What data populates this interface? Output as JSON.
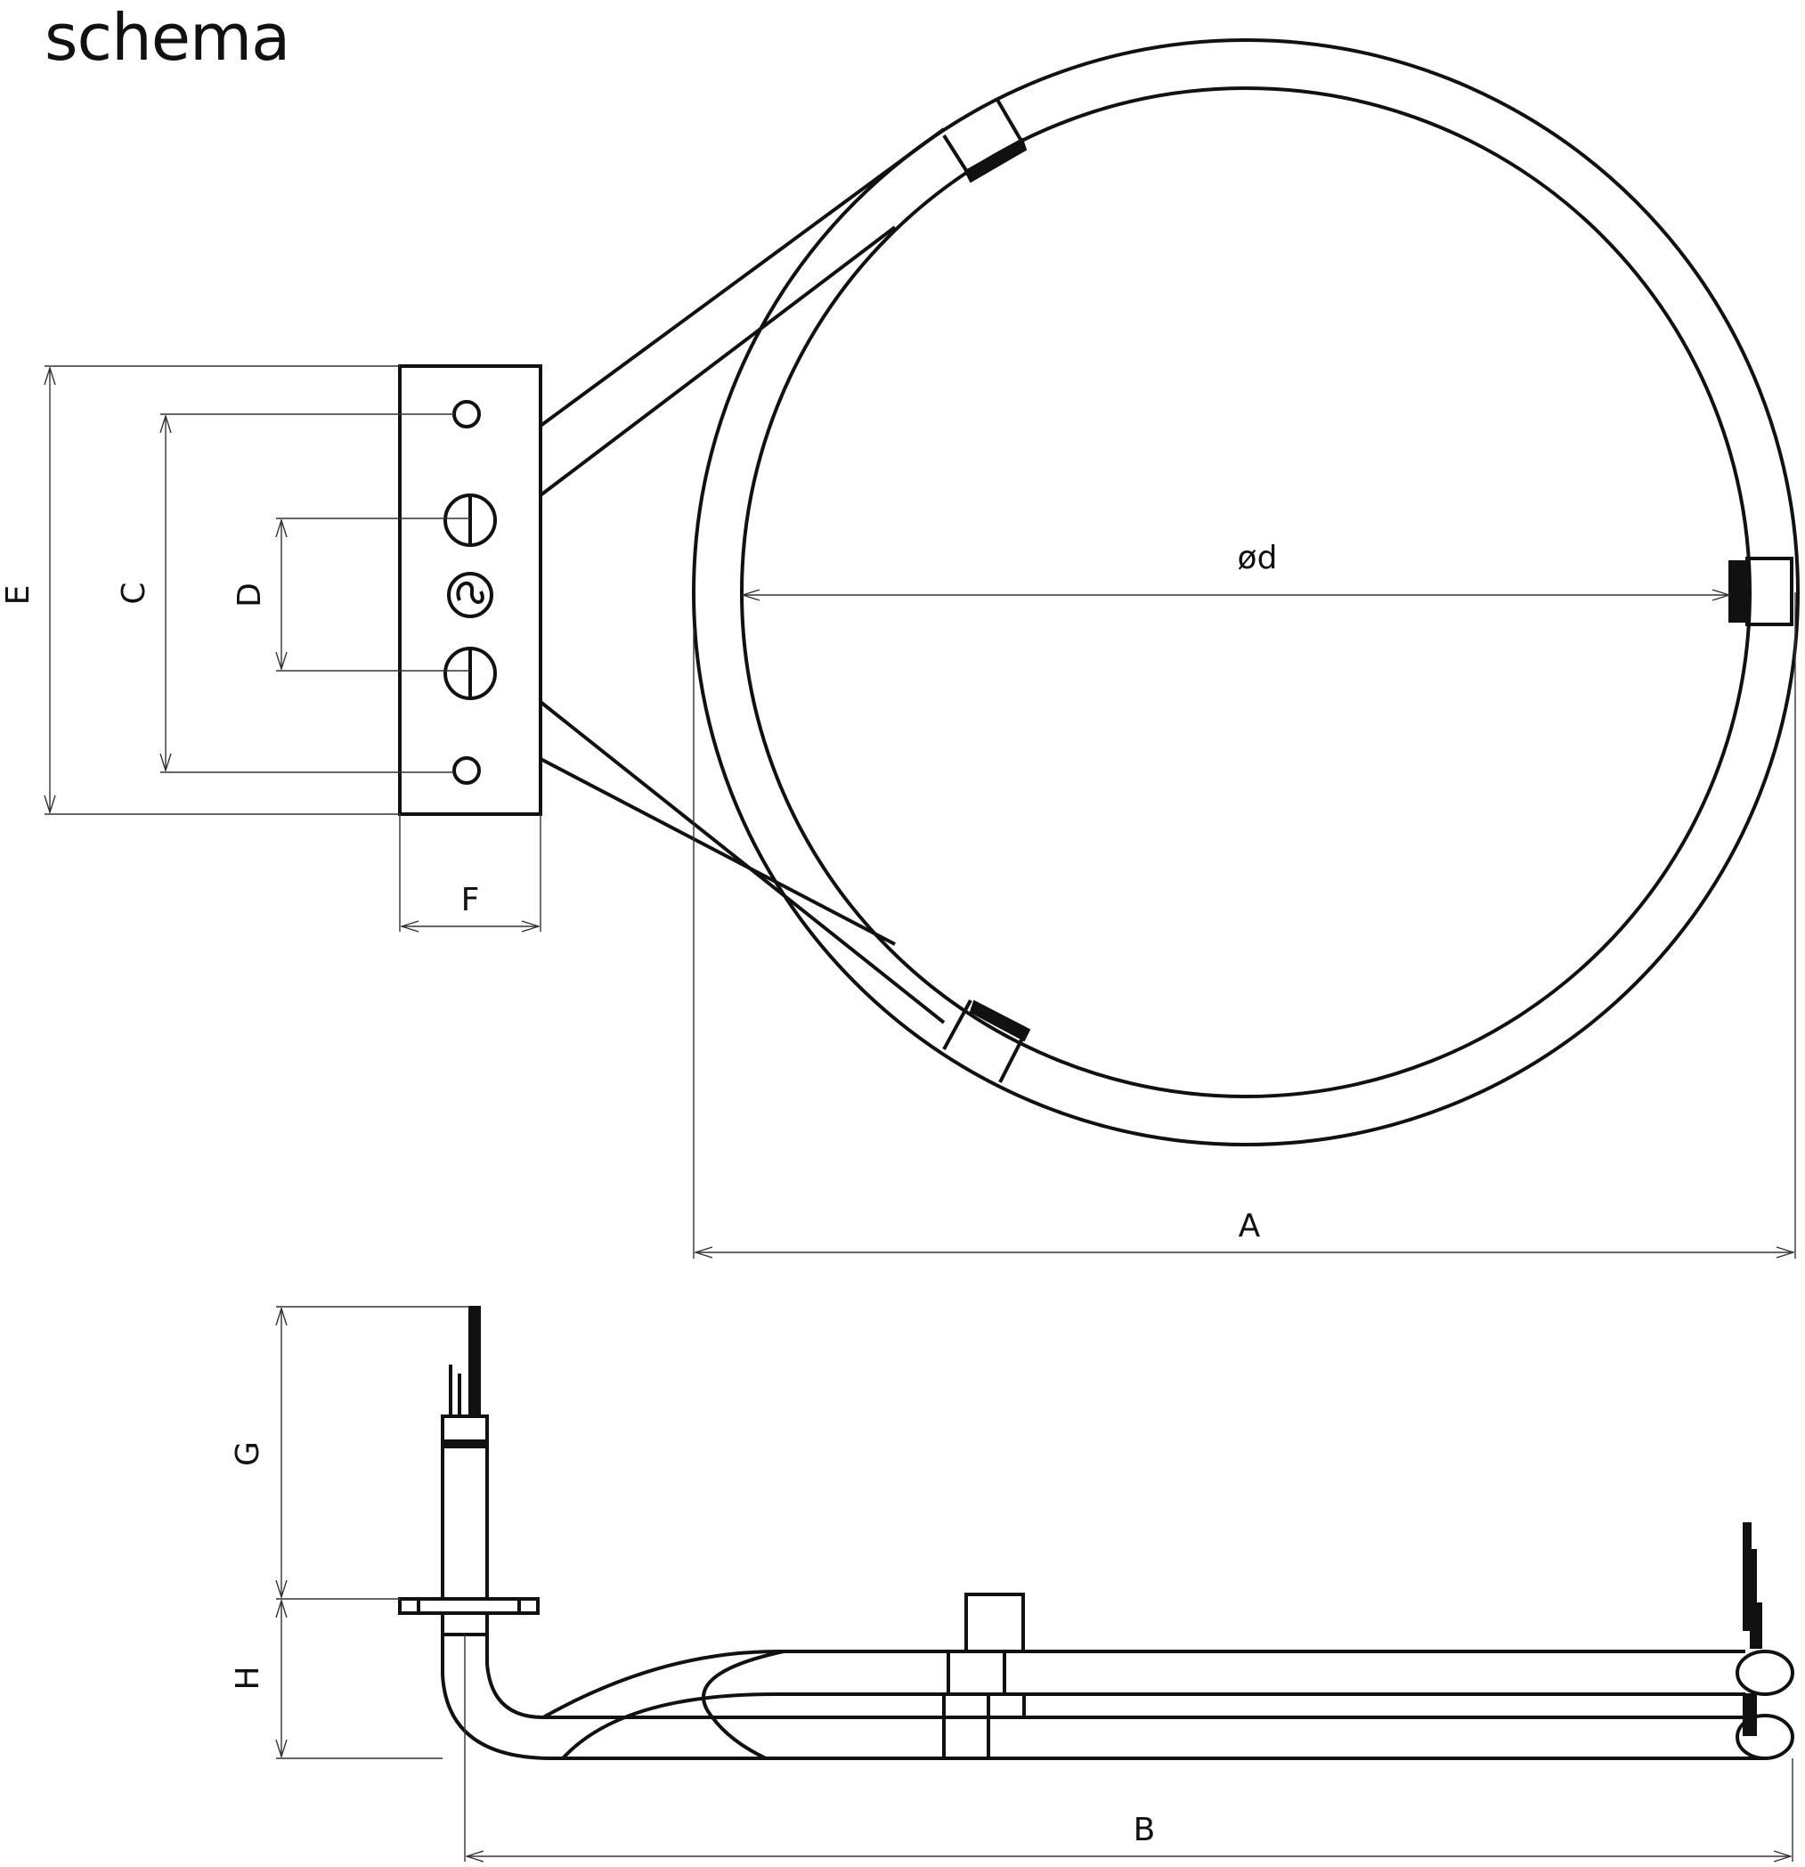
{
  "title": "schema",
  "labels": {
    "diameter": "ød",
    "A": "A",
    "B": "B",
    "C": "C",
    "D": "D",
    "E": "E",
    "F": "F",
    "G": "G",
    "H": "H"
  },
  "colors": {
    "line": "#111111",
    "background": "#ffffff"
  }
}
